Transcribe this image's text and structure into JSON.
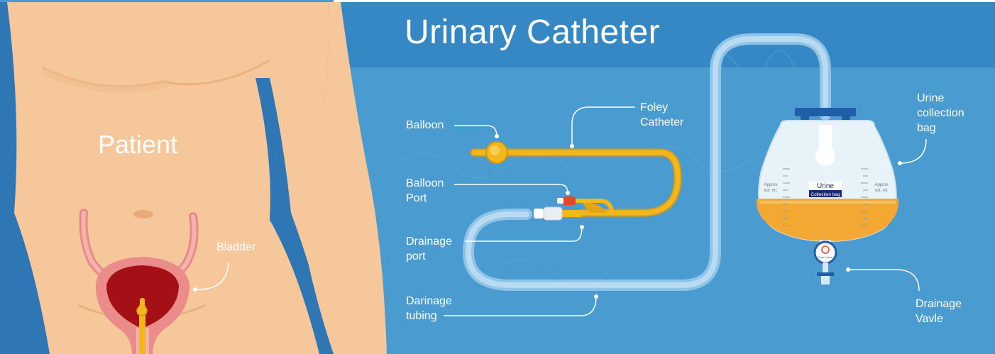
{
  "title": "Urinary Catheter",
  "patient_label": "Patient",
  "labels": {
    "bladder": "Bladder",
    "balloon": "Balloon",
    "foley_1": "Foley",
    "foley_2": "Catheter",
    "balloon_port_1": "Balloon",
    "balloon_port_2": "Port",
    "drainage_port_1": "Drainage",
    "drainage_port_2": "port",
    "drainage_tubing_1": "Darinage",
    "drainage_tubing_2": "tubing",
    "urine_bag_1": "Urine",
    "urine_bag_2": "collection",
    "urine_bag_3": "bag",
    "drainage_valve_1": "Drainage",
    "drainage_valve_2": "Vavle"
  },
  "bag": {
    "name": "Urine",
    "subname": "Collection bag",
    "approx_left_1": "Approx",
    "approx_left_2": "vol. ml.",
    "approx_right_1": "Approx",
    "approx_right_2": "vol. ml.",
    "valve_text": "Drain Valve"
  },
  "colors": {
    "background": "#4a9bd0",
    "skin": "#f6c79b",
    "catheter": "#f2b71d",
    "urine": "#f3a833",
    "bladder": "#a50f16"
  }
}
